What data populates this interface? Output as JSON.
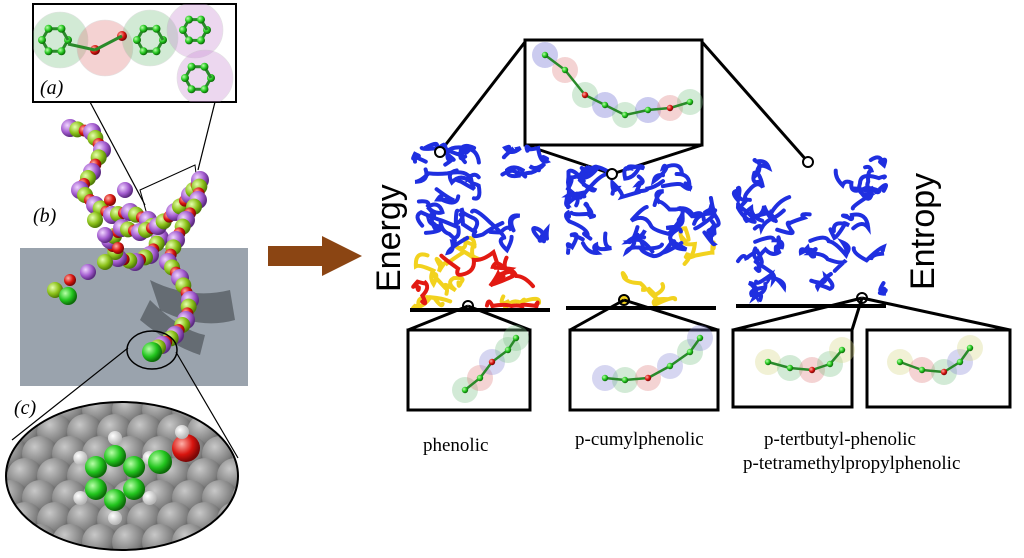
{
  "panel_labels": {
    "a": "(a)",
    "b": "(b)",
    "c": "(c)"
  },
  "axis_labels": {
    "left": "Energy",
    "right": "Entropy"
  },
  "captions": {
    "phenolic": "phenolic",
    "cumyl": "p-cumylphenolic",
    "tertbutyl": "p-tertbutyl-phenolic",
    "tetramethyl": "p-tetramethylpropylphenolic"
  },
  "colors": {
    "chain_blue": "#1f2fe0",
    "chain_yellow": "#f2d21e",
    "chain_red": "#e21a12",
    "bead_green": "#8cc21a",
    "bead_purple": "#a35ccf",
    "bead_red": "#d8150f",
    "surface": "#9aa3ad",
    "arrow": "#8b4513",
    "atom_green": "#22c51e",
    "atom_red": "#d01010",
    "atom_grey": "#8a8a8a"
  },
  "icons": {
    "arrow": "right-arrow-icon",
    "circle": "magnifier-circle-icon"
  }
}
